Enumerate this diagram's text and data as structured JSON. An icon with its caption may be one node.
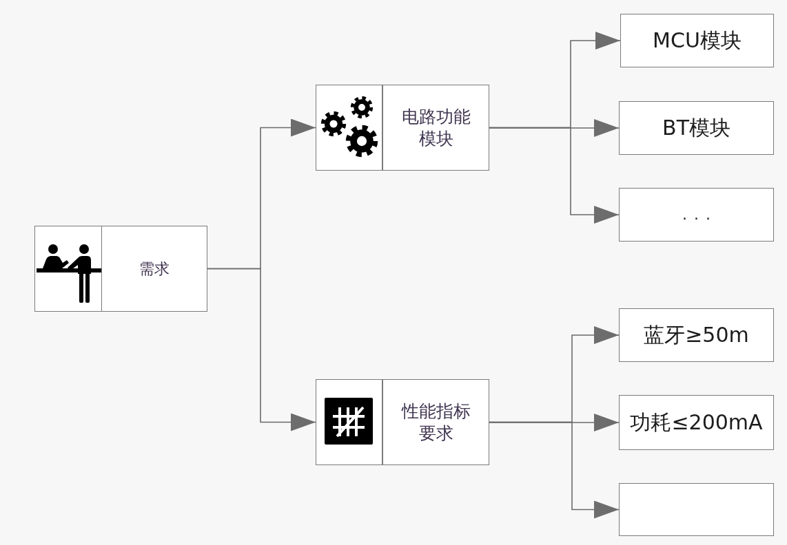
{
  "diagram": {
    "nodes": [
      {
        "text": [
          "需求"
        ]
      },
      {
        "text": [
          "电路功能模块"
        ]
      },
      {
        "text": [
          "性能指标要求"
        ]
      },
      {
        "text": [
          "MCU模块"
        ]
      },
      {
        "text": [
          "BT模块"
        ]
      },
      {
        "text": [
          "..."
        ]
      },
      {
        "text": [
          "蓝牙≥50m"
        ]
      },
      {
        "text": [
          "功耗≤200mA"
        ]
      },
      {
        "text": [],
        "shape": "box"
      }
    ],
    "edges": [
      {
        "from": 0,
        "to": 1,
        "arrow": "to"
      },
      {
        "from": 0,
        "to": 2,
        "arrow": "to"
      },
      {
        "from": 1,
        "to": 3,
        "arrow": "to"
      },
      {
        "from": 1,
        "to": 4,
        "arrow": "to"
      },
      {
        "from": 1,
        "to": 5,
        "arrow": "to"
      },
      {
        "from": 2,
        "to": 6,
        "arrow": "to"
      },
      {
        "from": 2,
        "to": 7,
        "arrow": "to"
      },
      {
        "from": 2,
        "to": 8,
        "arrow": "to"
      }
    ]
  }
}
